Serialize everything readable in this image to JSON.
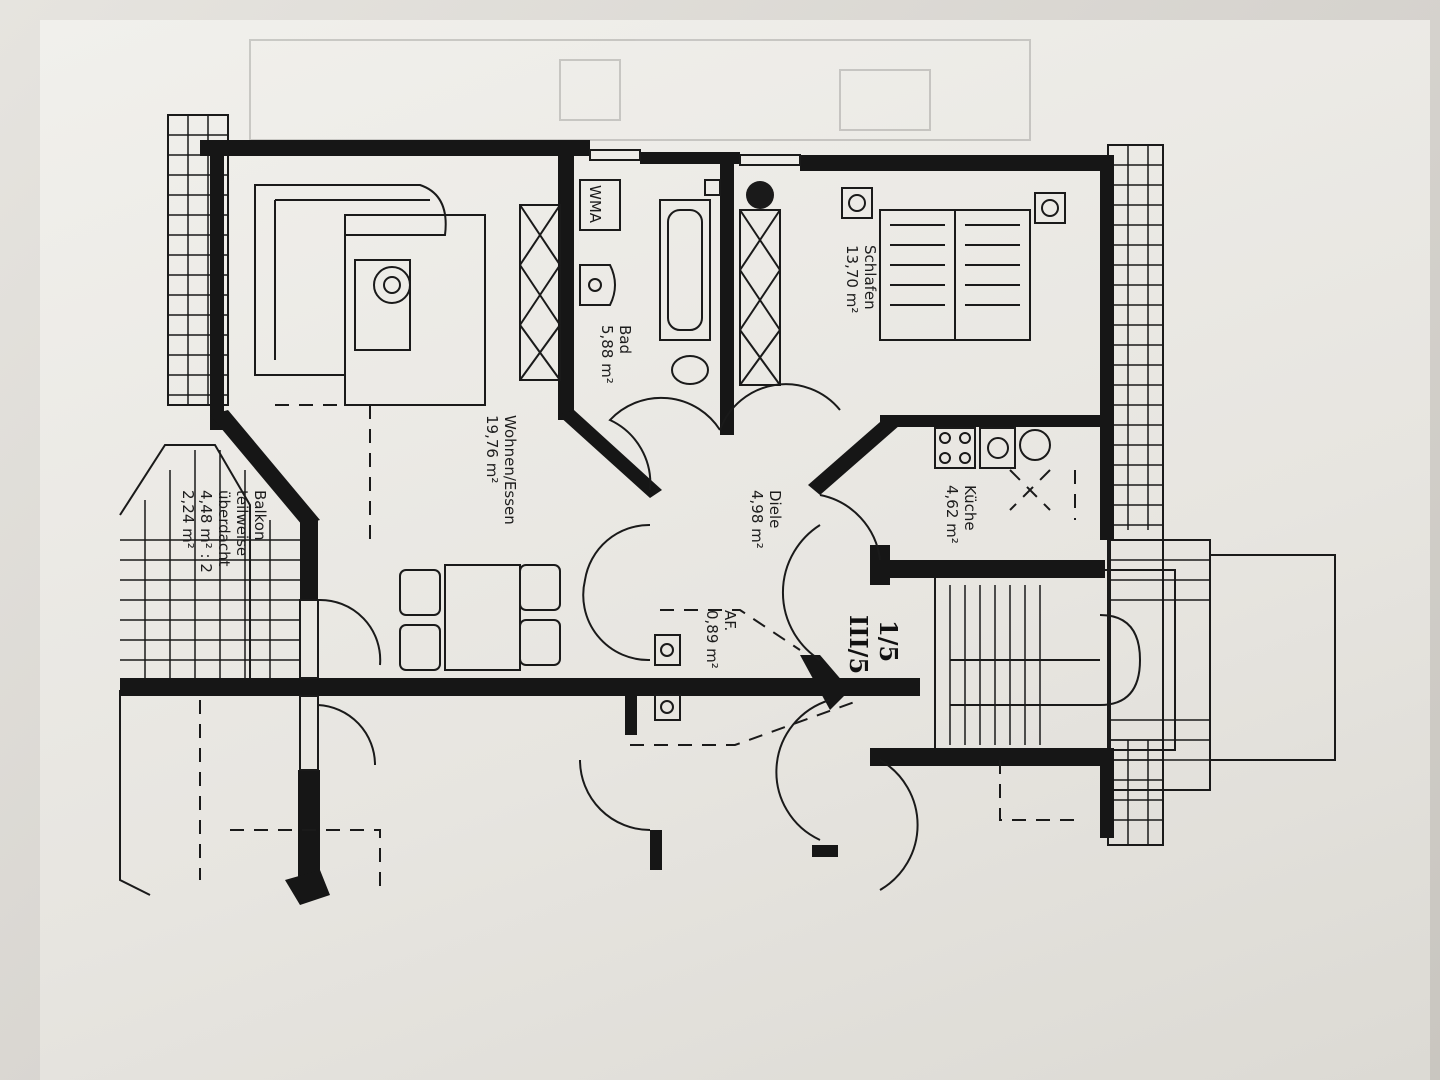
{
  "rooms": {
    "wohnen": {
      "name": "Wohnen/Essen",
      "area": "19,76 m²"
    },
    "bad": {
      "name": "Bad",
      "area": "5,88 m²"
    },
    "schlafen": {
      "name": "Schlafen",
      "area": "13,70 m²"
    },
    "diele": {
      "name": "Diele",
      "area": "4,98 m²"
    },
    "kueche": {
      "name": "Küche",
      "area": "4,62 m²"
    },
    "af": {
      "name": "AF.",
      "area": "0,89 m²"
    },
    "balkon": {
      "name": "Balkon",
      "line2": "teilweise",
      "line3": "überdacht",
      "area1": "4,48 m² : 2",
      "area2": "2,24 m²"
    }
  },
  "wma_label": "WMA",
  "unit_label": {
    "line1": "1/5",
    "line2": "III/5"
  },
  "icons": [
    "plant-icon",
    "stove-icon",
    "sink-icon",
    "toilet-icon",
    "bathtub-icon",
    "washing-machine-icon"
  ]
}
